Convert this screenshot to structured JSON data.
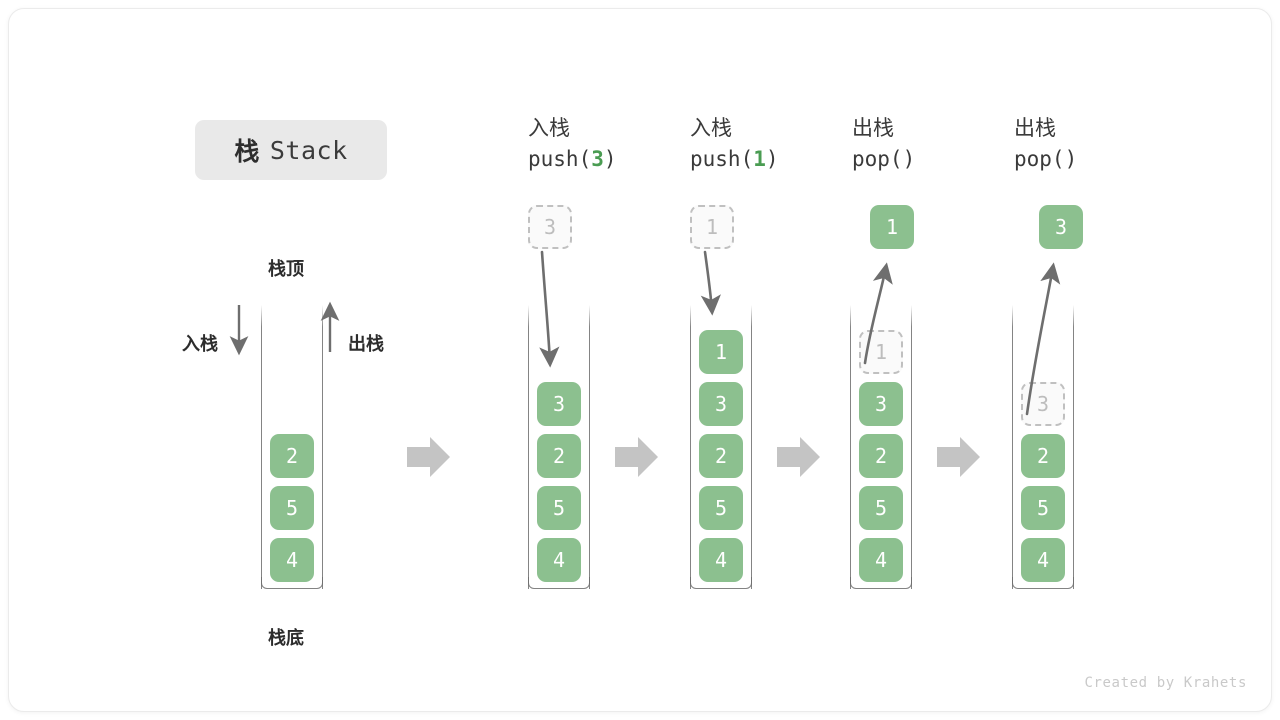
{
  "diagram": {
    "title_cn": "栈",
    "title_en": "Stack",
    "top_label": "栈顶",
    "bottom_label": "栈底",
    "push_label": "入栈",
    "pop_label": "出栈",
    "credit": "Created by Krahets",
    "colors": {
      "cell_fill": "#8cc08f",
      "cell_text": "#ffffff",
      "ghost_fill": "#fafafa",
      "ghost_border": "#c0c0c0",
      "ghost_text": "#bdbdbd",
      "accent_green": "#4a9c52",
      "arrow_gray": "#6e6e6e",
      "flow_arrow_gray": "#c4c4c4",
      "badge_bg": "#e9e9e9"
    }
  },
  "columns": [
    {
      "id": "initial",
      "op_cn": "",
      "op_code": "",
      "stack": [
        "2",
        "5",
        "4"
      ],
      "floating": null,
      "ghost_in_stack": null
    },
    {
      "id": "push-3",
      "op_cn": "入栈",
      "op_code_prefix": "push(",
      "op_code_arg": "3",
      "op_code_suffix": ")",
      "op_code": "push(3)",
      "stack": [
        "3",
        "2",
        "5",
        "4"
      ],
      "floating": {
        "value": "3",
        "style": "ghost"
      },
      "ghost_in_stack": null,
      "motion": "down"
    },
    {
      "id": "push-1",
      "op_cn": "入栈",
      "op_code_prefix": "push(",
      "op_code_arg": "1",
      "op_code_suffix": ")",
      "op_code": "push(1)",
      "stack": [
        "1",
        "3",
        "2",
        "5",
        "4"
      ],
      "floating": {
        "value": "1",
        "style": "ghost"
      },
      "ghost_in_stack": null,
      "motion": "down"
    },
    {
      "id": "pop-1",
      "op_cn": "出栈",
      "op_code_prefix": "pop(",
      "op_code_arg": "",
      "op_code_suffix": ")",
      "op_code": "pop()",
      "stack": [
        "3",
        "2",
        "5",
        "4"
      ],
      "floating": {
        "value": "1",
        "style": "filled"
      },
      "ghost_in_stack": {
        "value": "1",
        "index": 0
      },
      "motion": "up"
    },
    {
      "id": "pop-3",
      "op_cn": "出栈",
      "op_code_prefix": "pop(",
      "op_code_arg": "",
      "op_code_suffix": ")",
      "op_code": "pop()",
      "stack": [
        "2",
        "5",
        "4"
      ],
      "floating": {
        "value": "3",
        "style": "filled"
      },
      "ghost_in_stack": {
        "value": "3",
        "index": 0
      },
      "motion": "up"
    }
  ],
  "cells": {
    "c0_0": "2",
    "c0_1": "5",
    "c0_2": "4",
    "c1_0": "3",
    "c1_1": "2",
    "c1_2": "5",
    "c1_3": "4",
    "c2_0": "1",
    "c2_1": "3",
    "c2_2": "2",
    "c2_3": "5",
    "c2_4": "4",
    "c3_0": "3",
    "c3_1": "2",
    "c3_2": "5",
    "c3_3": "4",
    "c4_0": "2",
    "c4_1": "5",
    "c4_2": "4",
    "g1": "3",
    "g2": "1",
    "g3": "1",
    "g4": "3",
    "f3": "1",
    "f4": "3"
  },
  "heads": {
    "h1_cn": "入栈",
    "h1_pre": "push(",
    "h1_arg": "3",
    "h1_suf": ")",
    "h2_cn": "入栈",
    "h2_pre": "push(",
    "h2_arg": "1",
    "h2_suf": ")",
    "h3_cn": "出栈",
    "h3_pre": "pop(",
    "h3_arg": "",
    "h3_suf": ")",
    "h4_cn": "出栈",
    "h4_pre": "pop(",
    "h4_arg": "",
    "h4_suf": ")"
  }
}
